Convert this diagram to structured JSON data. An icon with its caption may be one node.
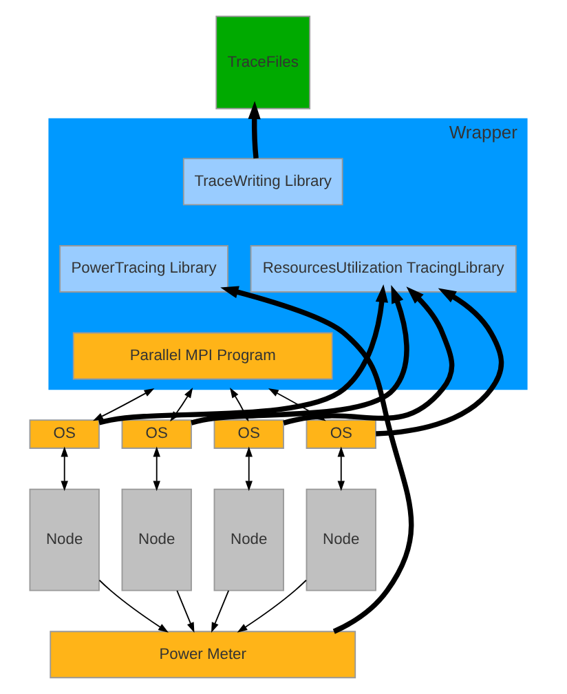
{
  "diagram": {
    "nodes": [
      {
        "text": [
          "TraceFiles"
        ]
      },
      {
        "text": [
          "Wrapper"
        ]
      },
      {
        "text": [
          "TraceWriting Library"
        ],
        "in": 1
      },
      {
        "text": [
          "PowerTracing Library"
        ],
        "in": 1
      },
      {
        "text": [
          "ResourcesUtilization TracingLibrary"
        ],
        "in": 1
      },
      {
        "text": [
          "Parallel MPI Program"
        ],
        "in": 1
      },
      {
        "text": [
          "OS"
        ]
      },
      {
        "text": [
          "OS"
        ]
      },
      {
        "text": [
          "OS"
        ]
      },
      {
        "text": [
          "OS"
        ]
      },
      {
        "text": [
          "Node"
        ]
      },
      {
        "text": [
          "Node"
        ]
      },
      {
        "text": [
          "Node"
        ]
      },
      {
        "text": [
          "Node"
        ]
      },
      {
        "text": [
          "Power Meter"
        ]
      }
    ],
    "edges": [
      {
        "from": 2,
        "to": 0,
        "arrow": "to",
        "style": "thick"
      },
      {
        "from": 6,
        "to": 1,
        "arrow": "both"
      },
      {
        "from": 7,
        "to": 1,
        "arrow": "both"
      },
      {
        "from": 8,
        "to": 1,
        "arrow": "both"
      },
      {
        "from": 9,
        "to": 1,
        "arrow": "both"
      },
      {
        "from": 6,
        "to": 4,
        "arrow": "to",
        "style": "thick"
      },
      {
        "from": 7,
        "to": 4,
        "arrow": "to",
        "style": "thick"
      },
      {
        "from": 8,
        "to": 4,
        "arrow": "to",
        "style": "thick"
      },
      {
        "from": 9,
        "to": 4,
        "arrow": "to",
        "style": "thick"
      },
      {
        "from": 6,
        "to": 10,
        "arrow": "both"
      },
      {
        "from": 7,
        "to": 11,
        "arrow": "both"
      },
      {
        "from": 8,
        "to": 12,
        "arrow": "both"
      },
      {
        "from": 9,
        "to": 13,
        "arrow": "both"
      },
      {
        "from": 10,
        "to": 14,
        "arrow": "to"
      },
      {
        "from": 11,
        "to": 14,
        "arrow": "to"
      },
      {
        "from": 12,
        "to": 14,
        "arrow": "to"
      },
      {
        "from": 13,
        "to": 14,
        "arrow": "to"
      },
      {
        "from": 14,
        "to": 3,
        "arrow": "to",
        "style": "thick"
      }
    ]
  }
}
